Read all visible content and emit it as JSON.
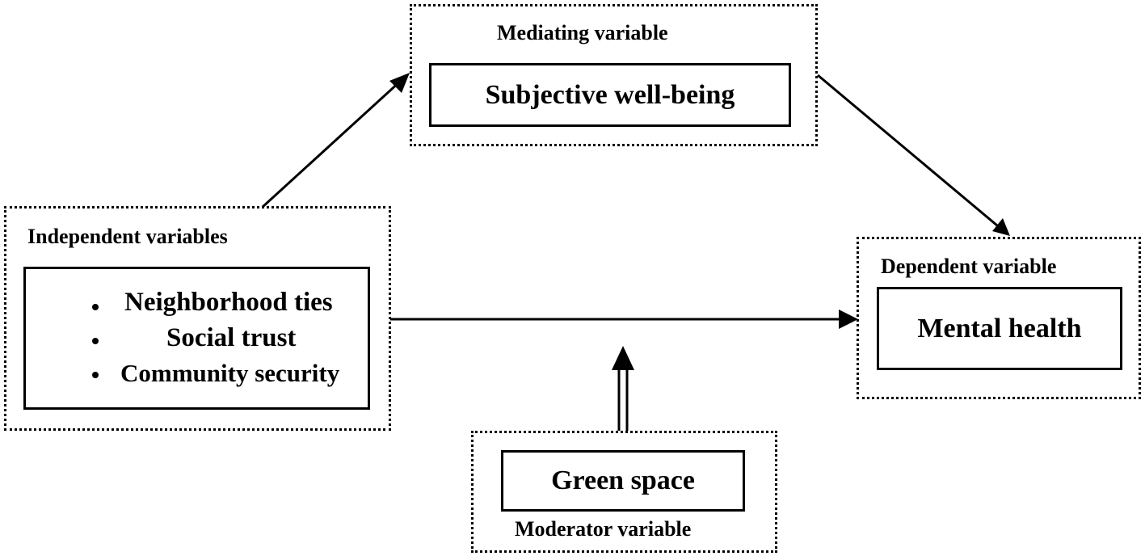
{
  "mediating": {
    "group_label": "Mediating variable",
    "box_text": "Subjective well-being"
  },
  "independent": {
    "group_label": "Independent variables",
    "items": [
      "Neighborhood ties",
      "Social trust",
      "Community security"
    ]
  },
  "dependent": {
    "group_label": "Dependent variable",
    "box_text": "Mental health"
  },
  "moderator": {
    "group_label": "Moderator variable",
    "box_text": "Green space"
  }
}
